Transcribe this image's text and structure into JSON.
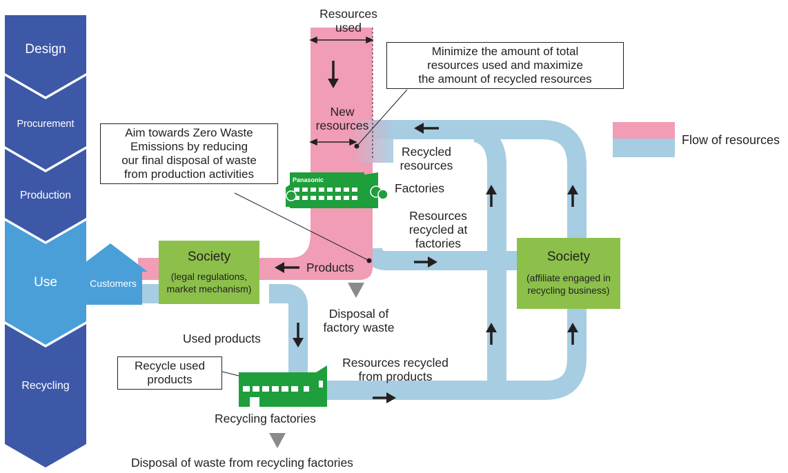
{
  "stages": [
    "Design",
    "Procurement",
    "Production",
    "Use",
    "Recycling"
  ],
  "labels": {
    "resources_used": "Resources\nused",
    "new_resources": "New\nresources",
    "recycled_resources": "Recycled\nresources",
    "factories": "Factories",
    "resources_recycled_at_factories": "Resources\nrecycled at\nfactories",
    "products": "Products",
    "disposal_factory_waste": "Disposal of\nfactory waste",
    "used_products": "Used products",
    "resources_recycled_from_products": "Resources recycled\nfrom products",
    "recycling_factories": "Recycling factories",
    "disposal_recycling_waste": "Disposal of waste from recycling factories",
    "customers": "Customers",
    "panasonic": "Panasonic"
  },
  "notes": {
    "minimize": "Minimize the amount of total\nresources used and maximize\nthe amount of recycled resources",
    "zero_waste": "Aim towards Zero Waste\nEmissions by reducing\nour final disposal of waste\nfrom production activities",
    "recycle_used": "Recycle used\nproducts"
  },
  "society_left": {
    "title": "Society",
    "subtitle": "(legal regulations,\nmarket mechanism)"
  },
  "society_right": {
    "title": "Society",
    "subtitle": "(affiliate engaged in\nrecycling business)"
  },
  "legend": {
    "label": "Flow of resources"
  },
  "colors": {
    "pink_flow": "#f09db5",
    "blue_flow": "#a6cde2",
    "stage_dark": "#3e58a8",
    "stage_light": "#4a9fd9",
    "society_green": "#8cc04b",
    "factory_green": "#1f9e3c",
    "customers_blue": "#4a9fd9",
    "disposal_gray": "#8a8a8a"
  }
}
